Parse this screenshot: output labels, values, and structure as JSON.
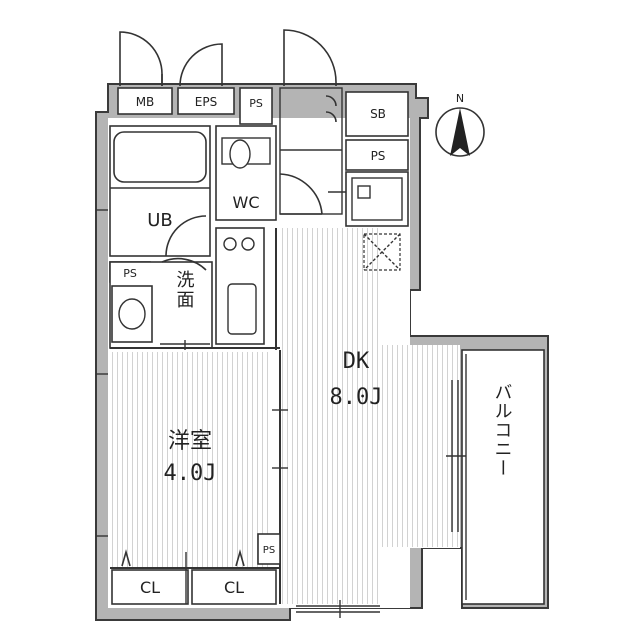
{
  "labels": {
    "mb": "MB",
    "eps": "EPS",
    "ps_top": "PS",
    "sb": "SB",
    "ps_right": "PS",
    "ub": "UB",
    "wc": "WC",
    "ps_left": "PS",
    "washroom": "洗面",
    "dk_name": "DK",
    "dk_size": "8.0J",
    "western_name": "洋室",
    "western_size": "4.0J",
    "ps_bottom": "PS",
    "cl_left": "CL",
    "cl_right": "CL",
    "balcony": "バルコニー",
    "north": "N"
  },
  "colors": {
    "wall": "#b4b4b4",
    "line": "#333333"
  }
}
